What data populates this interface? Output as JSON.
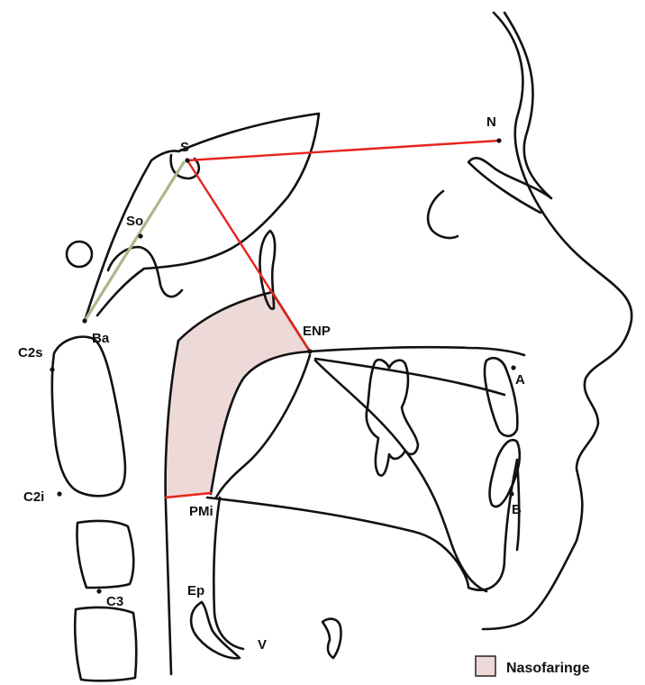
{
  "colors": {
    "airway_fill": "#eed9d9",
    "reference_line": "#e8231d",
    "ba_so_line": "#a9b98c",
    "outline": "#111111"
  },
  "landmarks": {
    "S": "S",
    "N": "N",
    "So": "So",
    "Ba": "Ba",
    "ENP": "ENP",
    "A": "A",
    "B": "B",
    "C2s": "C2s",
    "C2i": "C2i",
    "C3": "C3",
    "PMi": "PMi",
    "Ep": "Ep",
    "V": "V"
  },
  "legend": {
    "label": "Nasofaringe"
  }
}
